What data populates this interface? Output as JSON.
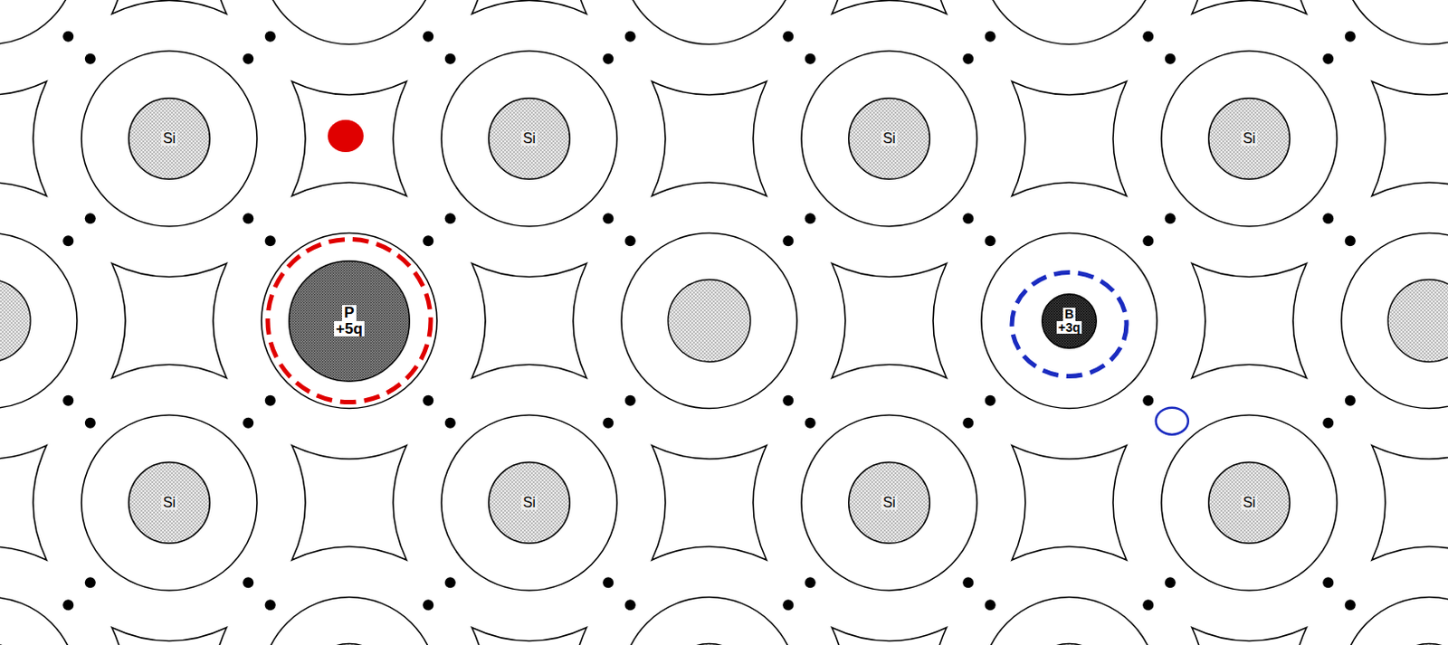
{
  "diagram": {
    "nodes": [
      {
        "text": [
          "Si"
        ]
      },
      {
        "text": [
          "Si"
        ]
      },
      {
        "text": [
          "Si"
        ]
      },
      {
        "text": [
          "Si"
        ]
      },
      {
        "text": [
          "P",
          "+5q"
        ]
      },
      {
        "text": [
          "B",
          "+3q"
        ]
      },
      {
        "text": [
          "Si"
        ]
      },
      {
        "text": [
          "Si"
        ]
      },
      {
        "text": [
          "Si"
        ]
      },
      {
        "text": [
          "Si"
        ]
      }
    ]
  }
}
